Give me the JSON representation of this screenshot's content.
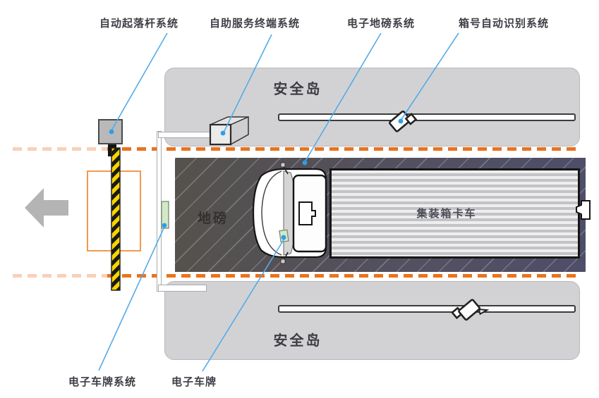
{
  "diagram": {
    "title_labels": {
      "barrier_system": "自动起落杆系统",
      "self_service_terminal_system": "自助服务终端系统",
      "weighbridge_system": "电子地磅系统",
      "container_number_recognition_system": "箱号自动识别系统"
    },
    "area_labels": {
      "safety_island_top": "安全岛",
      "safety_island_bottom": "安全岛",
      "weighbridge": "地磅",
      "container_truck": "集装箱卡车"
    },
    "bottom_labels": {
      "eplate_system": "电子车牌系统",
      "eplate": "电子车牌"
    },
    "icons": [
      "barrier-gate-icon",
      "self-service-terminal-icon",
      "camera-icon-top-rail",
      "camera-icon-bottom-rail",
      "truck-cab-icon",
      "license-plate-reader-icon",
      "license-plate-icon",
      "exit-arrow-icon",
      "trailer-connector-icon"
    ],
    "colors": {
      "callout_line": "#55abe8",
      "callout_dot": "#2d9fe8",
      "dashed_line": "#e9731f",
      "island_fill": "#d2d2d4",
      "island_border": "#b9b9bc",
      "weighbridge_dark_left": "#55514c",
      "weighbridge_dark_right": "#4f4e68",
      "hazard_yellow": "#f7d500",
      "plate_green": "#d2e8c6",
      "arrow_gray": "#b4b4b4",
      "marker_box_orange": "#f2994f",
      "text_dark": "#3e3e46"
    }
  }
}
